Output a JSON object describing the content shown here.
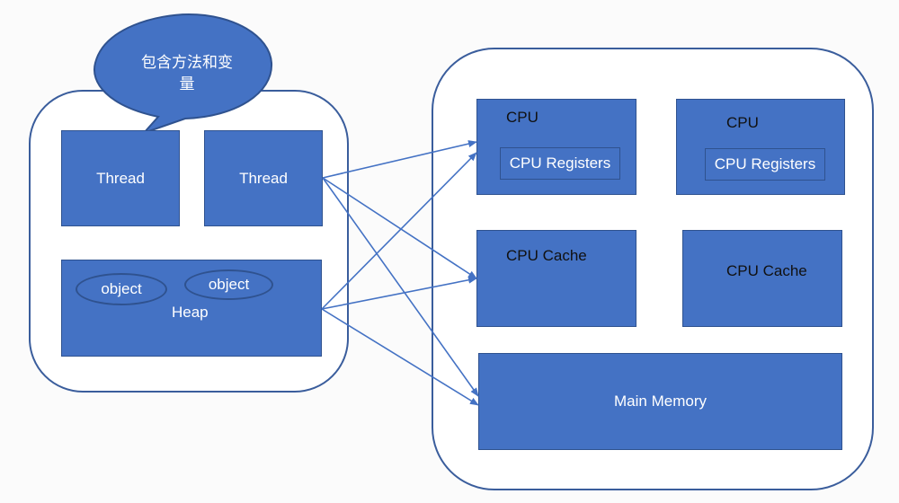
{
  "callout": {
    "text_line1": "包含方法和变",
    "text_line2": "量"
  },
  "process": {
    "threads": [
      {
        "label": "Thread"
      },
      {
        "label": "Thread"
      }
    ],
    "heap": {
      "label": "Heap",
      "objects": [
        {
          "label": "object"
        },
        {
          "label": "object"
        }
      ]
    }
  },
  "hardware": {
    "cpus": [
      {
        "label": "CPU",
        "registers_label": "CPU Registers"
      },
      {
        "label": "CPU",
        "registers_label": "CPU Registers"
      }
    ],
    "caches": [
      {
        "label": "CPU Cache"
      },
      {
        "label": "CPU Cache"
      }
    ],
    "main_memory": {
      "label": "Main Memory"
    }
  },
  "colors": {
    "box_fill": "#4472c4",
    "box_border": "#2f528f",
    "container_border": "#3a5d9c",
    "arrow": "#4472c4"
  },
  "connections": [
    {
      "from": "thread-2",
      "to": "cpu-1"
    },
    {
      "from": "thread-2",
      "to": "cpu-cache-1"
    },
    {
      "from": "thread-2",
      "to": "main-memory"
    },
    {
      "from": "heap",
      "to": "cpu-1"
    },
    {
      "from": "heap",
      "to": "cpu-cache-1"
    },
    {
      "from": "heap",
      "to": "main-memory"
    }
  ]
}
